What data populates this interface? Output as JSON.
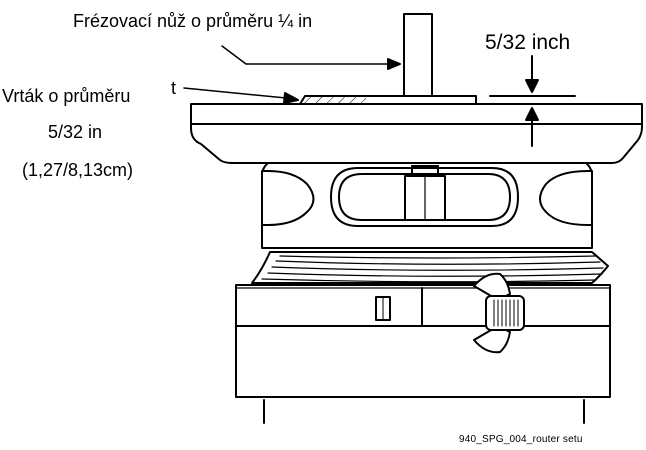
{
  "labels": {
    "cutter": "Frézovací nůž o průměru ¼ in",
    "depth": "5/32 inch",
    "drill_line1": "Vrták o průměru",
    "drill_line2": "5/32 in",
    "drill_line3": "(1,27/8,13cm)",
    "t_mark": "t",
    "caption": "940_SPG_004_router setu"
  },
  "colors": {
    "line": "#000000",
    "background": "#ffffff"
  }
}
